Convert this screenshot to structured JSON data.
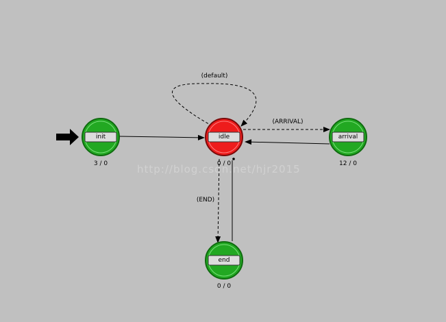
{
  "watermark": "http://blog.csdn.net/hjr2015",
  "states": [
    {
      "id": "init",
      "label": "init",
      "count": "3 / 0",
      "color": "#22a822"
    },
    {
      "id": "idle",
      "label": "idle",
      "count": "0 / 0",
      "color": "#ee1c1c"
    },
    {
      "id": "arrival",
      "label": "arrival",
      "count": "12 / 0",
      "color": "#22a822"
    },
    {
      "id": "end",
      "label": "end",
      "count": "0 / 0",
      "color": "#22a822"
    }
  ],
  "transitions": [
    {
      "id": "default",
      "label": "(default)"
    },
    {
      "id": "arrival",
      "label": "(ARRIVAL)"
    },
    {
      "id": "end",
      "label": "(END)"
    }
  ]
}
